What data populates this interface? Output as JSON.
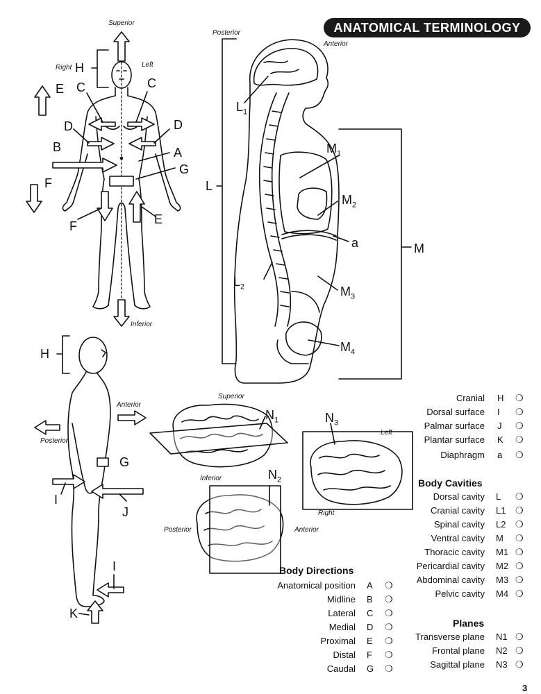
{
  "title": "ANATOMICAL TERMINOLOGY",
  "page_number": "3",
  "front_figure": {
    "superior": "Superior",
    "inferior": "Inferior",
    "right": "Right",
    "left": "Left"
  },
  "sagittal_figure": {
    "posterior": "Posterior",
    "anterior": "Anterior"
  },
  "side_figure": {
    "anterior": "Anterior",
    "posterior": "Posterior"
  },
  "brain_figures": {
    "superior": "Superior",
    "inferior": "Inferior",
    "left": "Left",
    "right": "Right",
    "posterior": "Posterior",
    "anterior": "Anterior"
  },
  "letters": {
    "A": "A",
    "B": "B",
    "C": "C",
    "D": "D",
    "E": "E",
    "F": "F",
    "G": "G",
    "H": "H",
    "I": "I",
    "J": "J",
    "K": "K",
    "L": "L",
    "M": "M",
    "a": "a",
    "N": "N",
    "sub1": "1",
    "sub2": "2",
    "sub3": "3",
    "sub4": "4"
  },
  "legend_top": [
    {
      "term": "Cranial",
      "key": "H"
    },
    {
      "term": "Dorsal surface",
      "key": "I"
    },
    {
      "term": "Palmar surface",
      "key": "J"
    },
    {
      "term": "Plantar surface",
      "key": "K"
    },
    {
      "term": "Diaphragm",
      "key": "a"
    }
  ],
  "body_cavities": {
    "heading": "Body Cavities",
    "items": [
      {
        "term": "Dorsal cavity",
        "key": "L"
      },
      {
        "term": "Cranial cavity",
        "key": "L1"
      },
      {
        "term": "Spinal cavity",
        "key": "L2"
      },
      {
        "term": "Ventral cavity",
        "key": "M"
      },
      {
        "term": "Thoracic cavity",
        "key": "M1"
      },
      {
        "term": "Pericardial cavity",
        "key": "M2"
      },
      {
        "term": "Abdominal cavity",
        "key": "M3"
      },
      {
        "term": "Pelvic cavity",
        "key": "M4"
      }
    ]
  },
  "planes": {
    "heading": "Planes",
    "items": [
      {
        "term": "Transverse plane",
        "key": "N1"
      },
      {
        "term": "Frontal plane",
        "key": "N2"
      },
      {
        "term": "Sagittal plane",
        "key": "N3"
      }
    ]
  },
  "body_directions": {
    "heading": "Body Directions",
    "items": [
      {
        "term": "Anatomical position",
        "key": "A"
      },
      {
        "term": "Midline",
        "key": "B"
      },
      {
        "term": "Lateral",
        "key": "C"
      },
      {
        "term": "Medial",
        "key": "D"
      },
      {
        "term": "Proximal",
        "key": "E"
      },
      {
        "term": "Distal",
        "key": "F"
      },
      {
        "term": "Caudal",
        "key": "G"
      }
    ]
  },
  "circle_glyph": "❍"
}
